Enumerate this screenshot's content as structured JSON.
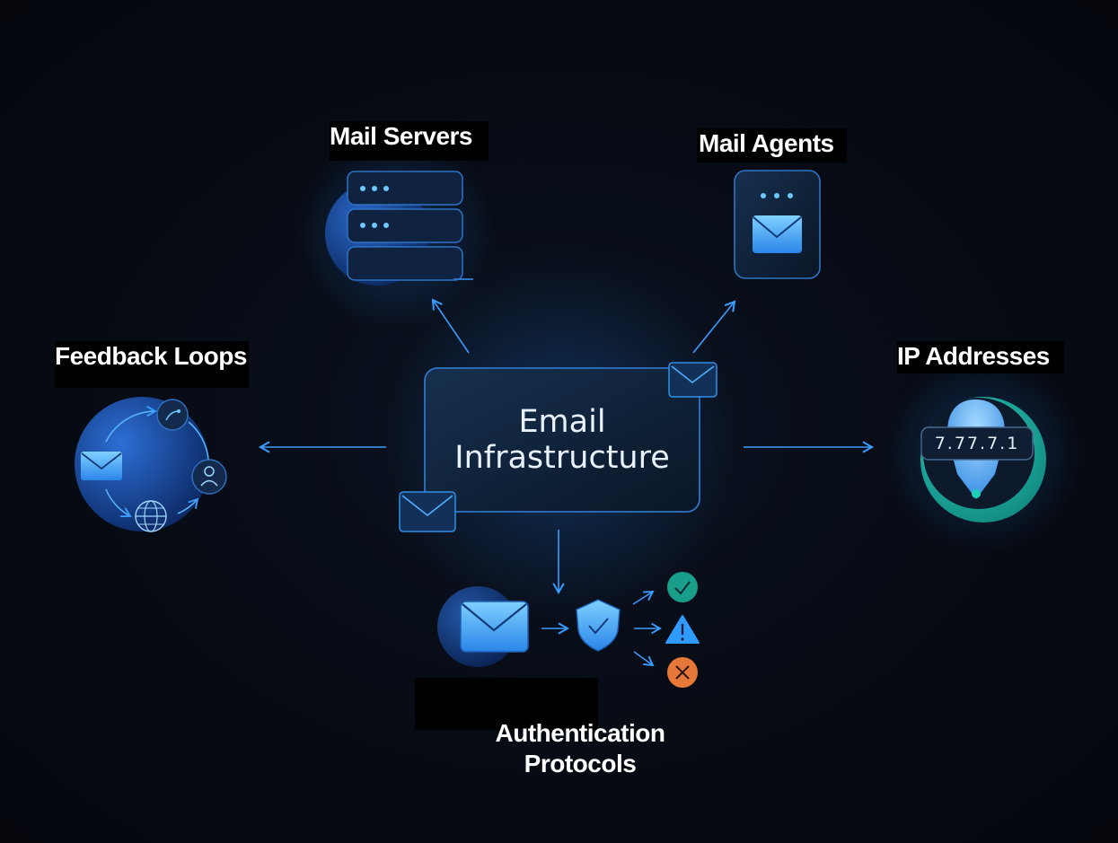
{
  "center": {
    "line1": "Email",
    "line2": "Infrastructure"
  },
  "nodes": {
    "mail_servers": {
      "label": "Mail Servers"
    },
    "mail_agents": {
      "label": "Mail Agents"
    },
    "feedback_loops": {
      "label": "Feedback Loops"
    },
    "ip_addresses": {
      "label": "IP Addresses",
      "ip_value": "7.77.7.1"
    },
    "authentication": {
      "line1": "Authentication",
      "line2": "Protocols"
    }
  },
  "colors": {
    "accent": "#3aa0ff",
    "panel": "#0e2038",
    "teal": "#1fb6a6",
    "check": "#1a9e8c",
    "warning": "#2f9bff",
    "error": "#e8783a"
  }
}
